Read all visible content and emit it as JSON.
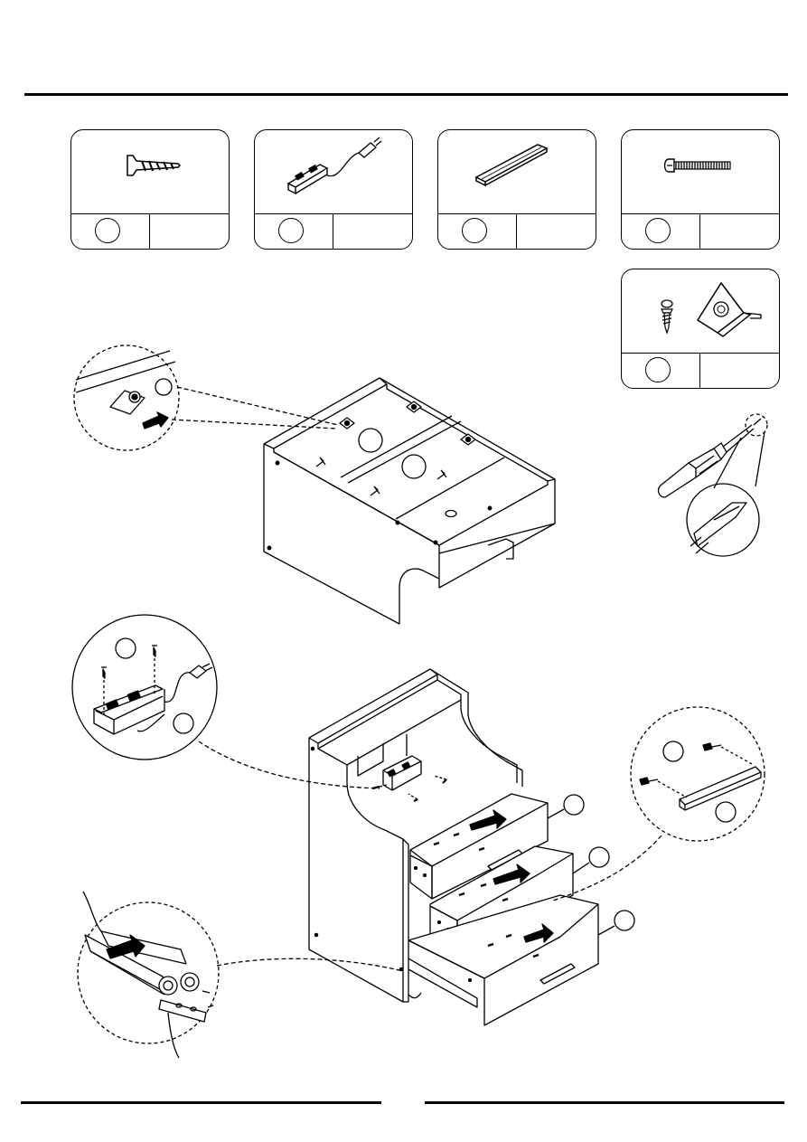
{
  "page": {
    "header_rule": true,
    "footer_rules": 2
  },
  "parts": [
    {
      "icon": "wood-screw-icon",
      "label": "",
      "qty": ""
    },
    {
      "icon": "power-outlet-strip-icon",
      "label": "",
      "qty": ""
    },
    {
      "icon": "drawer-handle-icon",
      "label": "",
      "qty": ""
    },
    {
      "icon": "machine-screw-icon",
      "label": "",
      "qty": ""
    },
    {
      "icon": "corner-bracket-with-screw-icon",
      "label": "",
      "qty": ""
    }
  ],
  "tools": [
    {
      "icon": "phillips-screwdriver-icon"
    }
  ],
  "steps": [
    {
      "name": "attach-corner-brackets",
      "callouts": [
        "",
        ""
      ]
    },
    {
      "name": "install-outlet-and-drawers",
      "callouts": [
        "",
        "",
        "",
        "",
        "",
        ""
      ]
    }
  ],
  "colors": {
    "ink": "#000000",
    "paper": "#ffffff"
  }
}
